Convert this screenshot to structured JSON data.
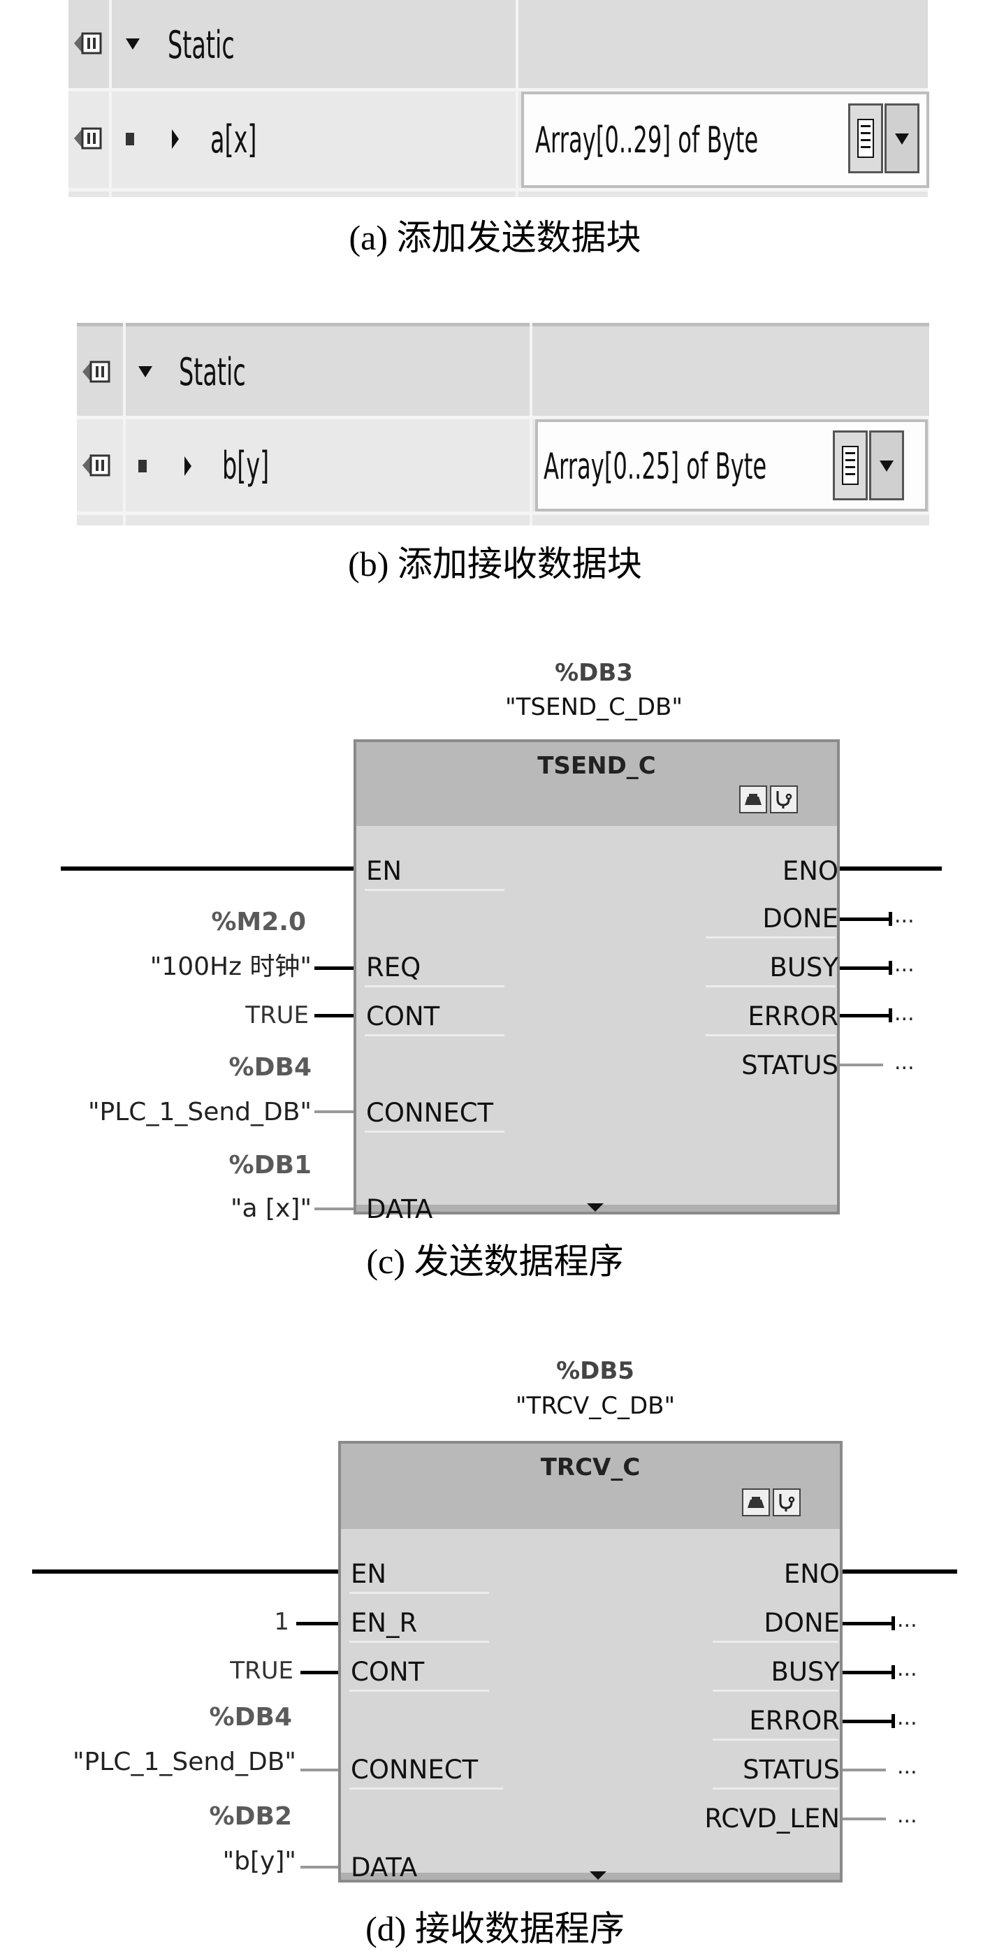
{
  "panel_a": {
    "header_label": "Static",
    "item_name": "a[x]",
    "item_type": "Array[0..29] of Byte",
    "caption": "(a) 添加发送数据块"
  },
  "panel_b": {
    "header_label": "Static",
    "item_name": "b[y]",
    "item_type": "Array[0..25] of Byte",
    "caption": "(b) 添加接收数据块"
  },
  "panel_c": {
    "instance_addr": "%DB3",
    "instance_name": "\"TSEND_C_DB\"",
    "block_title": "TSEND_C",
    "inputs": [
      {
        "pin": "EN",
        "addr": "",
        "name": ""
      },
      {
        "pin": "REQ",
        "addr": "%M2.0",
        "name": "\"100Hz 时钟\""
      },
      {
        "pin": "CONT",
        "addr": "",
        "name": "TRUE"
      },
      {
        "pin": "CONNECT",
        "addr": "%DB4",
        "name": "\"PLC_1_Send_DB\""
      },
      {
        "pin": "DATA",
        "addr": "%DB1",
        "name": "\"a [x]\""
      }
    ],
    "outputs": [
      {
        "pin": "ENO",
        "value": ""
      },
      {
        "pin": "DONE",
        "value": "..."
      },
      {
        "pin": "BUSY",
        "value": "..."
      },
      {
        "pin": "ERROR",
        "value": "..."
      },
      {
        "pin": "STATUS",
        "value": "..."
      }
    ],
    "caption": "(c) 发送数据程序"
  },
  "panel_d": {
    "instance_addr": "%DB5",
    "instance_name": "\"TRCV_C_DB\"",
    "block_title": "TRCV_C",
    "inputs": [
      {
        "pin": "EN",
        "addr": "",
        "name": ""
      },
      {
        "pin": "EN_R",
        "addr": "",
        "name": "1"
      },
      {
        "pin": "CONT",
        "addr": "",
        "name": "TRUE"
      },
      {
        "pin": "CONNECT",
        "addr": "%DB4",
        "name": "\"PLC_1_Send_DB\""
      },
      {
        "pin": "DATA",
        "addr": "%DB2",
        "name": "\"b[y]\""
      }
    ],
    "outputs": [
      {
        "pin": "ENO",
        "value": ""
      },
      {
        "pin": "DONE",
        "value": "..."
      },
      {
        "pin": "BUSY",
        "value": "..."
      },
      {
        "pin": "ERROR",
        "value": "..."
      },
      {
        "pin": "STATUS",
        "value": "..."
      },
      {
        "pin": "RCVD_LEN",
        "value": "..."
      }
    ],
    "caption": "(d) 接收数据程序"
  }
}
